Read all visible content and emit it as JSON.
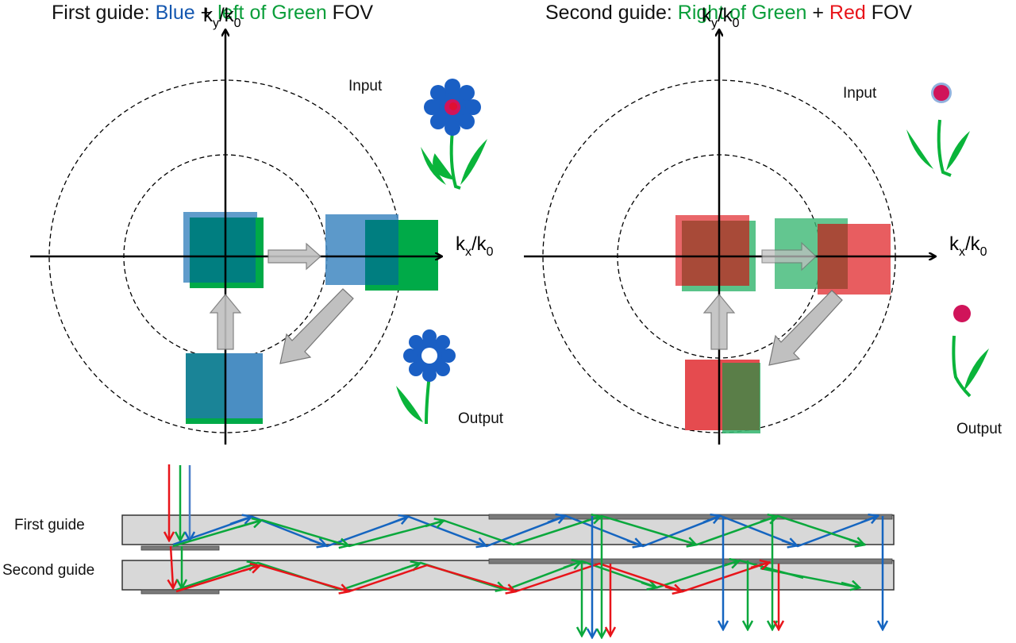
{
  "panels": [
    {
      "title": {
        "prefix": "First guide: ",
        "part1": "Blue",
        "join": " + ",
        "part2": "left of Green",
        "suffix": " FOV"
      },
      "axis_y_label": {
        "k": "k",
        "sub": "y",
        "slash": "/k",
        "sub0": "0"
      },
      "axis_x_label": {
        "k": "k",
        "sub": "x",
        "slash": "/k",
        "sub0": "0"
      },
      "input_label": "Input",
      "output_label": "Output",
      "input_image": "blue-flower-with-red-center",
      "output_image": "blue-flower-without-center"
    },
    {
      "title": {
        "prefix": "Second guide: ",
        "part1": "Right of Green",
        "join": " + ",
        "part2": "Red",
        "suffix": " FOV"
      },
      "axis_y_label": {
        "k": "k",
        "sub": "y",
        "slash": "/k",
        "sub0": "0"
      },
      "axis_x_label": {
        "k": "k",
        "sub": "x",
        "slash": "/k",
        "sub0": "0"
      },
      "input_label": "Input",
      "output_label": "Output",
      "input_image": "red-center-with-stem-only",
      "output_image": "red-center-with-stem-only"
    }
  ],
  "waveguides": {
    "first_label": "First guide",
    "second_label": "Second guide"
  },
  "colors": {
    "blue": "#1565c0",
    "green": "#0aa83c",
    "red": "#e8141a",
    "blue_box": "#4a8ec4",
    "green_box": "#00aa48",
    "red_box": "#e54b4f",
    "green_box_light": "#3cb874",
    "overlap_teal": "#007e80",
    "overlap_brown": "#a84a38",
    "overlap_olive": "#5a7e48",
    "guide_fill": "#d8d8d8",
    "grating": "#7a7a7a",
    "arrow_gray": "#c0c0c0"
  }
}
